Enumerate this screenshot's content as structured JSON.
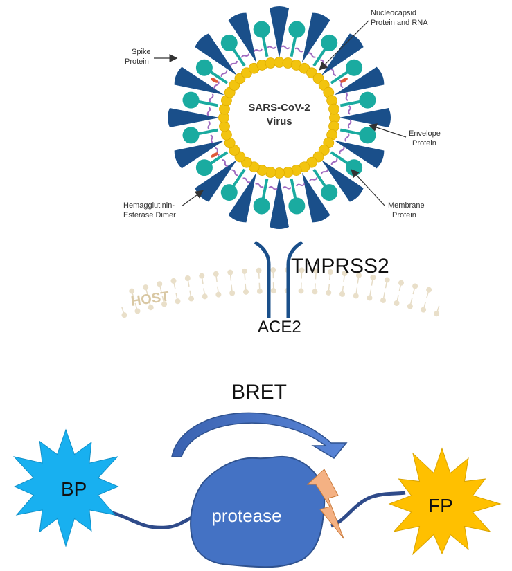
{
  "virus": {
    "title_line1": "SARS-CoV-2",
    "title_line2": "Virus",
    "colors": {
      "spike": "#1a4f8a",
      "hemagglutinin": "#1aaba0",
      "envelope_lipid": "#f2c40f",
      "rna": "#a06ac0",
      "envelope_protein": "#e05a3a"
    }
  },
  "labels": {
    "spike_line1": "Spike",
    "spike_line2": "Protein",
    "nucleo_line1": "Nucleocapsid",
    "nucleo_line2": "Protein and RNA",
    "envelope_line1": "Envelope",
    "envelope_line2": "Protein",
    "membrane_line1": "Membrane",
    "membrane_line2": "Protein",
    "hemag_line1": "Hemagglutinin-",
    "hemag_line2": "Esterase Dimer"
  },
  "host": {
    "membrane_label": "HOST",
    "receptor_label": "ACE2",
    "protease_label": "TMPRSS2"
  },
  "assay": {
    "bret_label": "BRET",
    "bp_label": "BP",
    "fp_label": "FP",
    "protease_label": "protease",
    "colors": {
      "bp": "#18b0f0",
      "fp": "#ffc000",
      "protease": "#4472c4",
      "arrow": "#4472c4",
      "cleavage": "#f4b183"
    }
  }
}
